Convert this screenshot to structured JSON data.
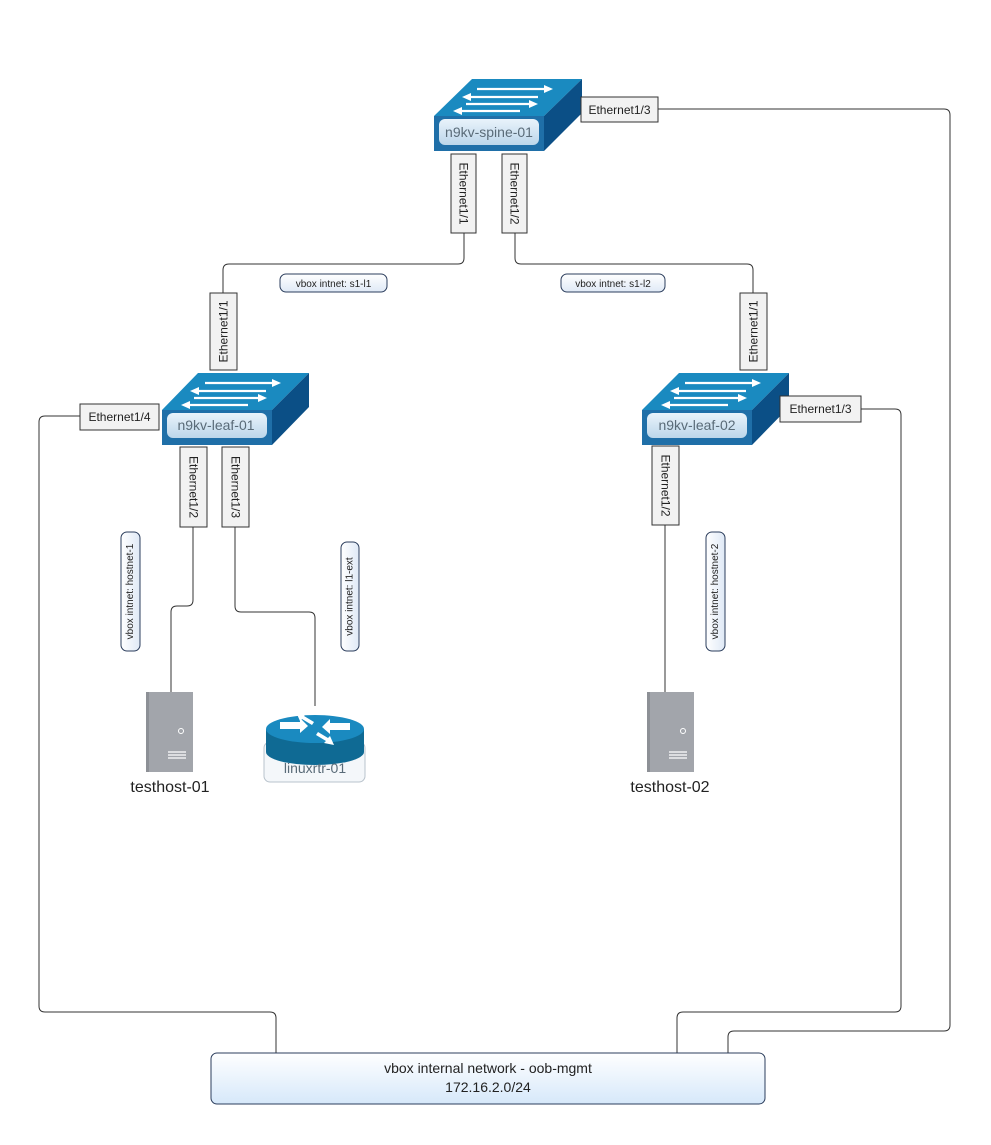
{
  "devices": {
    "spine": {
      "name": "n9kv-spine-01"
    },
    "leaf1": {
      "name": "n9kv-leaf-01"
    },
    "leaf2": {
      "name": "n9kv-leaf-02"
    },
    "router": {
      "name": "linuxrtr-01"
    },
    "host1": {
      "name": "testhost-01"
    },
    "host2": {
      "name": "testhost-02"
    }
  },
  "ports": {
    "spine_e13": "Ethernet1/3",
    "spine_e11": "Ethernet1/1",
    "spine_e12": "Ethernet1/2",
    "leaf1_e11": "Ethernet1/1",
    "leaf1_e14": "Ethernet1/4",
    "leaf1_e12": "Ethernet1/2",
    "leaf1_e13": "Ethernet1/3",
    "leaf2_e11": "Ethernet1/1",
    "leaf2_e13": "Ethernet1/3",
    "leaf2_e12": "Ethernet1/2"
  },
  "networks": {
    "s1_l1": "vbox intnet: s1-l1",
    "s1_l2": "vbox intnet: s1-l2",
    "hostnet1": "vbox intnet: hostnet-1",
    "l1_ext": "vbox intnet: l1-ext",
    "hostnet2": "vbox intnet: hostnet-2"
  },
  "mgmt": {
    "line1": "vbox internal network - oob-mgmt",
    "line2": "172.16.2.0/24"
  },
  "colors": {
    "switch_top": "#1a8ac0",
    "switch_front": "#1f6fa8",
    "switch_side": "#0b4f86",
    "router_body": "#0f6a94",
    "server": "#a2a5ab",
    "label_fill": "#f2f2f2",
    "line": "#333333"
  }
}
